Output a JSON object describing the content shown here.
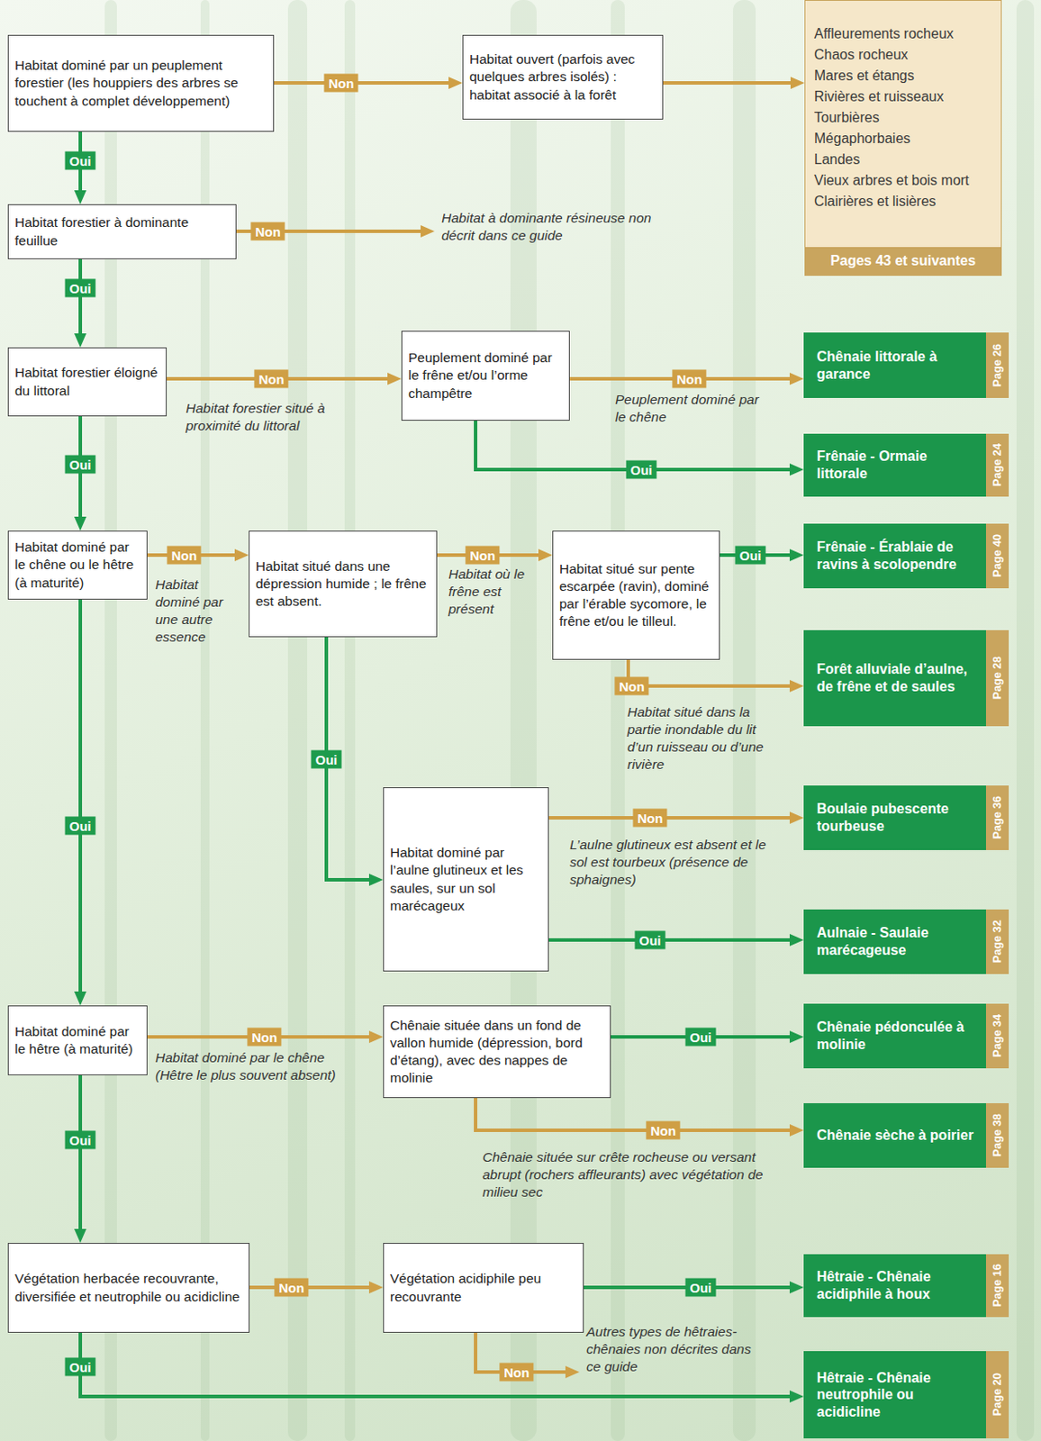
{
  "diagram": {
    "nodes": [
      {
        "text": [
          "Habitat dominé par un peuplement forestier (les houppiers des arbres se touchent à complet développement)"
        ]
      },
      {
        "text": [
          "Habitat ouvert (parfois avec quelques arbres isolés) : habitat associé à la forêt"
        ]
      },
      {
        "text": [
          "Affleurements rocheux",
          "Chaos rocheux",
          "Mares et étangs",
          "Rivières et ruisseaux",
          "Tourbières",
          "Mégaphorbaies",
          "Landes",
          "Vieux arbres et bois mort",
          "Clairières et lisières",
          "Pages 43 et suivantes"
        ]
      },
      {
        "text": [
          "Habitat forestier à dominante feuillue"
        ]
      },
      {
        "text": [
          "Habitat à dominante résineuse non décrit dans ce guide"
        ]
      },
      {
        "text": [
          "Habitat forestier éloigné du littoral"
        ]
      },
      {
        "text": [
          "Peuplement dominé par le frêne et/ou l’orme champêtre"
        ]
      },
      {
        "text": [
          "Chênaie littorale à garance",
          "Page 26"
        ]
      },
      {
        "text": [
          "Frênaie - Ormaie littorale",
          "Page 24"
        ]
      },
      {
        "text": [
          "Habitat dominé par le chêne ou le hêtre (à maturité)"
        ]
      },
      {
        "text": [
          "Habitat situé dans une dépression humide ; le frêne est absent."
        ]
      },
      {
        "text": [
          "Habitat situé sur pente escarpée (ravin), dominé par l’érable sycomore, le frêne et/ou le tilleul."
        ]
      },
      {
        "text": [
          "Frênaie - Érablaie de ravins à scolopendre",
          "Page 40"
        ]
      },
      {
        "text": [
          "Forêt alluviale d’aulne, de frêne et de saules",
          "Page 28"
        ]
      },
      {
        "text": [
          "Boulaie pubescente tourbeuse",
          "Page 36"
        ]
      },
      {
        "text": [
          "Habitat dominé par l’aulne glutineux et les saules, sur un sol marécageux"
        ]
      },
      {
        "text": [
          "Aulnaie - Saulaie marécageuse",
          "Page 32"
        ]
      },
      {
        "text": [
          "Habitat dominé par le hêtre (à maturité)"
        ]
      },
      {
        "text": [
          "Chênaie située dans un fond de vallon humide (dépression, bord d’étang), avec des nappes de molinie"
        ]
      },
      {
        "text": [
          "Chênaie pédonculée à molinie",
          "Page 34"
        ]
      },
      {
        "text": [
          "Chênaie sèche à poirier",
          "Page 38"
        ]
      },
      {
        "text": [
          "Végétation herbacée recouvrante, diversifiée et neutrophile ou acidicline"
        ]
      },
      {
        "text": [
          "Végétation acidiphile peu recouvrante"
        ]
      },
      {
        "text": [
          "Hêtraie - Chênaie acidiphile à houx",
          "Page 16"
        ]
      },
      {
        "text": [
          "Autres types de hêtraies-chênaies non décrites dans ce guide"
        ]
      },
      {
        "text": [
          "Hêtraie - Chênaie neutrophile ou acidicline",
          "Page 20"
        ]
      }
    ],
    "edges": [
      {
        "from": 0,
        "to": 1,
        "label": "Non",
        "arrow": "to"
      },
      {
        "from": 1,
        "to": 2,
        "arrow": "to"
      },
      {
        "from": 0,
        "to": 3,
        "label": "Oui",
        "arrow": "to"
      },
      {
        "from": 3,
        "to": 4,
        "label": "Non",
        "arrow": "to"
      },
      {
        "from": 3,
        "to": 5,
        "label": "Oui",
        "arrow": "to"
      },
      {
        "from": 5,
        "to": 6,
        "label": "Non",
        "arrow": "to"
      },
      {
        "from": 6,
        "to": 7,
        "label": "Non",
        "arrow": "to"
      },
      {
        "from": 6,
        "to": 8,
        "label": "Oui",
        "arrow": "to"
      },
      {
        "from": 5,
        "to": 9,
        "label": "Oui",
        "arrow": "to"
      },
      {
        "from": 9,
        "to": 10,
        "label": "Non",
        "arrow": "to"
      },
      {
        "from": 10,
        "to": 11,
        "label": "Non",
        "arrow": "to"
      },
      {
        "from": 11,
        "to": 12,
        "label": "Oui",
        "arrow": "to"
      },
      {
        "from": 11,
        "to": 13,
        "label": "Non",
        "arrow": "to"
      },
      {
        "from": 10,
        "to": 15,
        "label": "Oui",
        "arrow": "to"
      },
      {
        "from": 15,
        "to": 14,
        "label": "Non",
        "arrow": "to"
      },
      {
        "from": 15,
        "to": 16,
        "label": "Oui",
        "arrow": "to"
      },
      {
        "from": 9,
        "to": 17,
        "label": "Oui",
        "arrow": "to"
      },
      {
        "from": 17,
        "to": 18,
        "label": "Non",
        "arrow": "to"
      },
      {
        "from": 18,
        "to": 19,
        "label": "Oui",
        "arrow": "to"
      },
      {
        "from": 18,
        "to": 20,
        "label": "Non",
        "arrow": "to"
      },
      {
        "from": 17,
        "to": 21,
        "label": "Oui",
        "arrow": "to"
      },
      {
        "from": 21,
        "to": 22,
        "label": "Non",
        "arrow": "to"
      },
      {
        "from": 22,
        "to": 23,
        "label": "Oui",
        "arrow": "to"
      },
      {
        "from": 22,
        "to": 24,
        "label": "Non",
        "arrow": "to"
      },
      {
        "from": 21,
        "to": 25,
        "label": "Oui",
        "arrow": "to"
      }
    ],
    "labels": [
      "Habitat forestier situé à proximité du littoral",
      "Peuplement dominé par le chêne",
      "Habitat dominé par une autre essence",
      "Habitat où le frêne est présent",
      "Habitat situé dans la partie inondable du lit d’un ruisseau ou d’une rivière",
      "L’aulne glutineux est absent et le sol est tourbeux (présence de sphaignes)",
      "Habitat dominé par le chêne (Hêtre le plus souvent absent)",
      "Chênaie située sur crête rocheuse ou versant abrupt (rochers affleurants) avec végétation de milieu sec"
    ]
  }
}
